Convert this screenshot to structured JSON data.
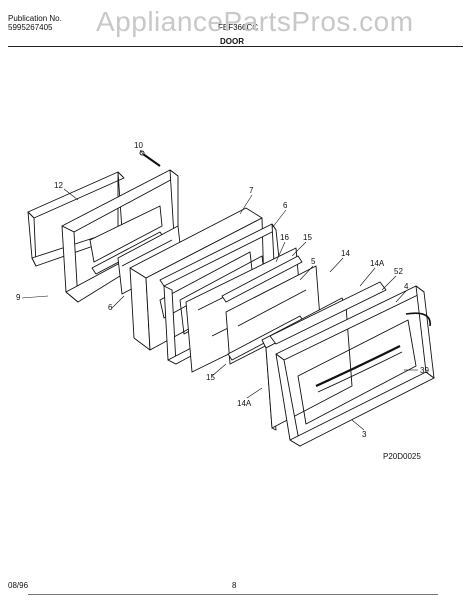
{
  "header": {
    "publication_label": "Publication No.",
    "publication_number": "5995267405",
    "model": "FEF366CC",
    "watermark": "AppliancePartsPros.com",
    "section_title": "DOOR"
  },
  "callouts": {
    "c10": "10",
    "c12": "12",
    "c7": "7",
    "c6_right": "6",
    "c16": "16",
    "c15_top": "15",
    "c5": "5",
    "c14": "14",
    "c14a_top": "14A",
    "c52": "52",
    "c4": "4",
    "c9": "9",
    "c6_left": "6",
    "c39": "39",
    "c15_bottom": "15",
    "c14a_bottom": "14A",
    "c3": "3"
  },
  "diagram_code": "P20D0025",
  "footer": {
    "date": "08/96",
    "page": "8"
  },
  "colors": {
    "ink": "#111111",
    "watermark": "#c8c8c8",
    "paper": "#ffffff"
  }
}
